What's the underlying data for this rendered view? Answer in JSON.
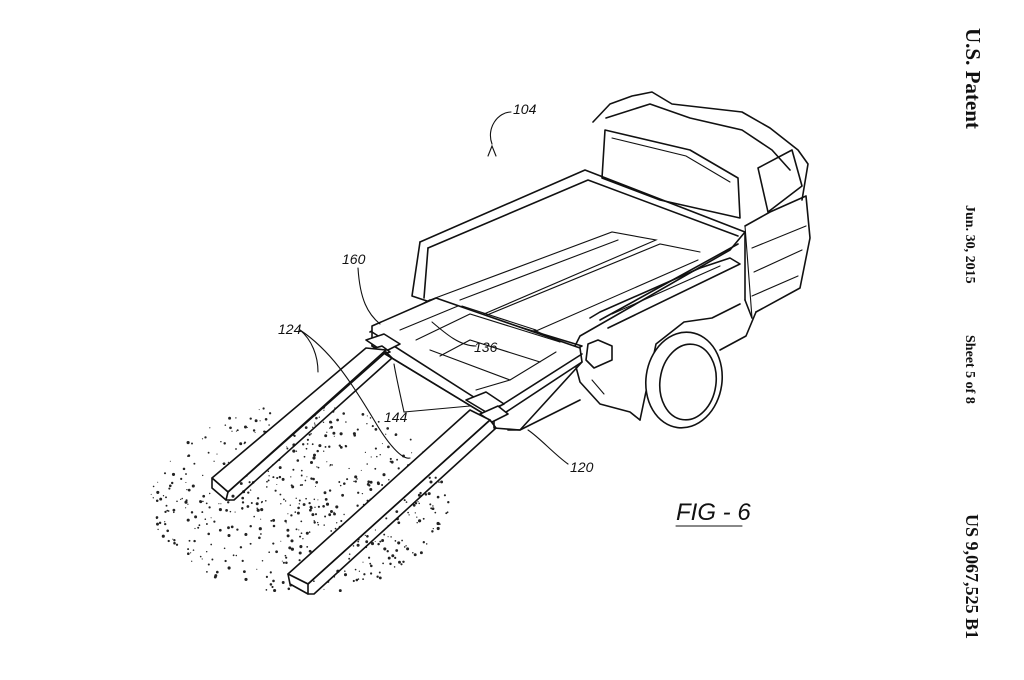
{
  "header": {
    "publisher": "U.S. Patent",
    "date": "Jun. 30, 2015",
    "sheet": "Sheet 5 of 8",
    "patent_number": "US 9,067,525 B1"
  },
  "figure": {
    "label": "FIG - 6",
    "reference_numerals": [
      "104",
      "160",
      "124",
      "136",
      "144",
      "120"
    ]
  }
}
